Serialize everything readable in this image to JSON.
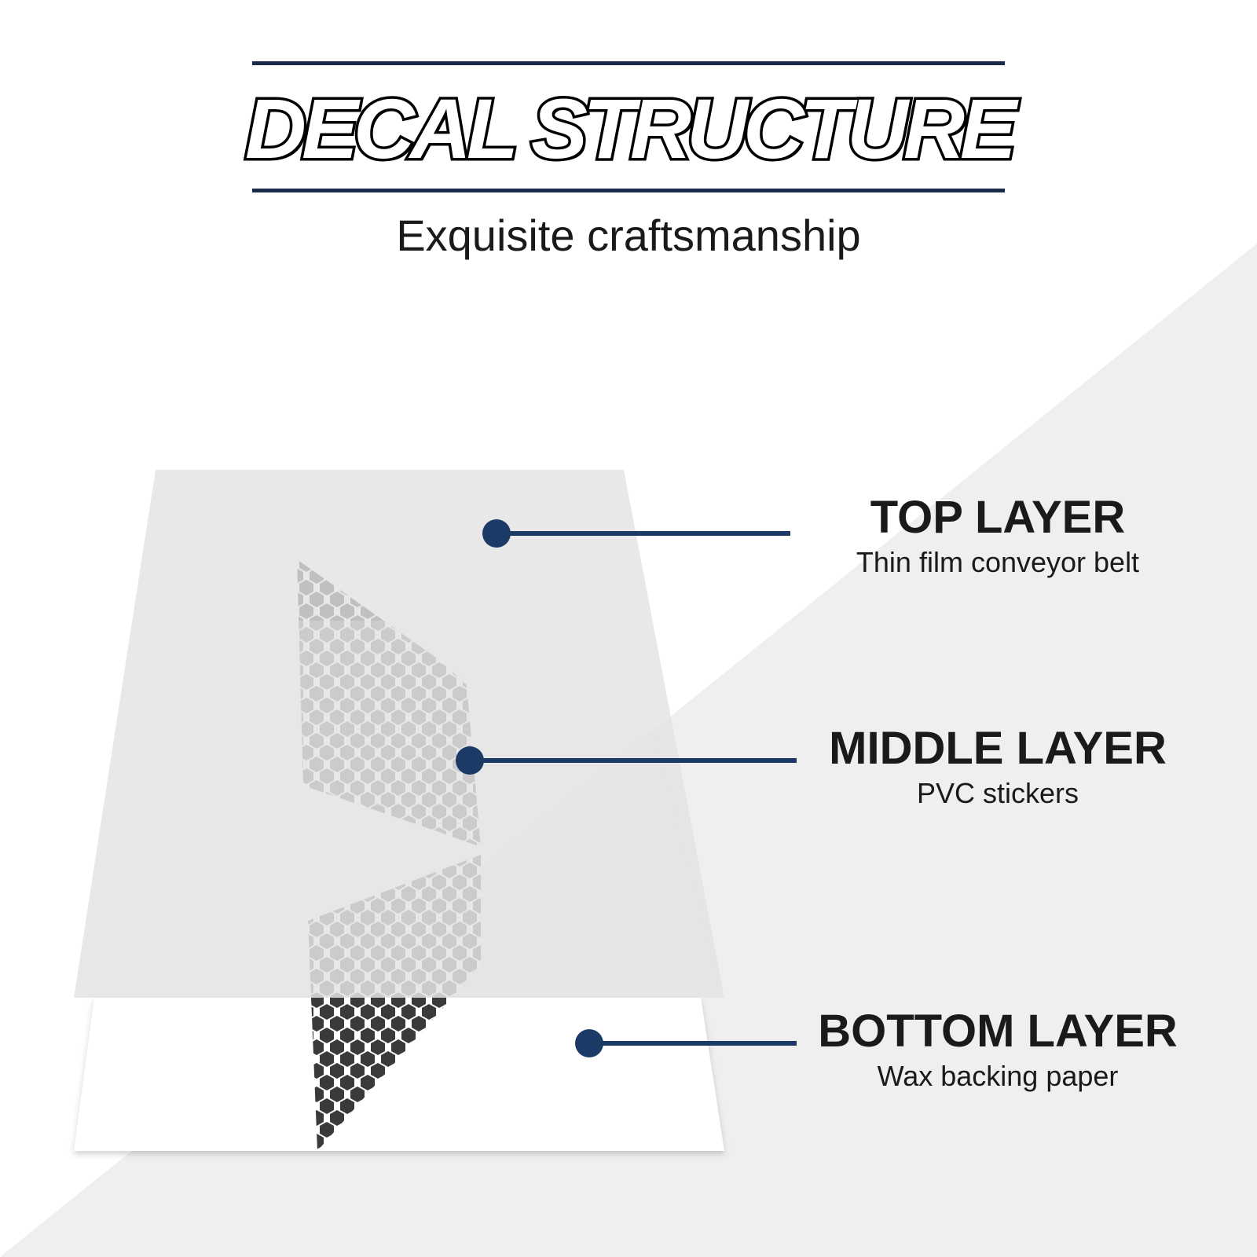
{
  "header": {
    "title": "DECAL STRUCTURE",
    "subtitle": "Exquisite craftsmanship"
  },
  "layers": [
    {
      "title": "TOP LAYER",
      "description": "Thin film conveyor belt"
    },
    {
      "title": "MIDDLE LAYER",
      "description": "PVC stickers"
    },
    {
      "title": "BOTTOM LAYER",
      "description": "Wax backing paper"
    }
  ],
  "colors": {
    "accent": "#1b3a66",
    "rule": "#1b2a4a",
    "pattern_dark": "#3a3a3a",
    "film": "#e4e4e4",
    "backdrop": "#efefef"
  }
}
